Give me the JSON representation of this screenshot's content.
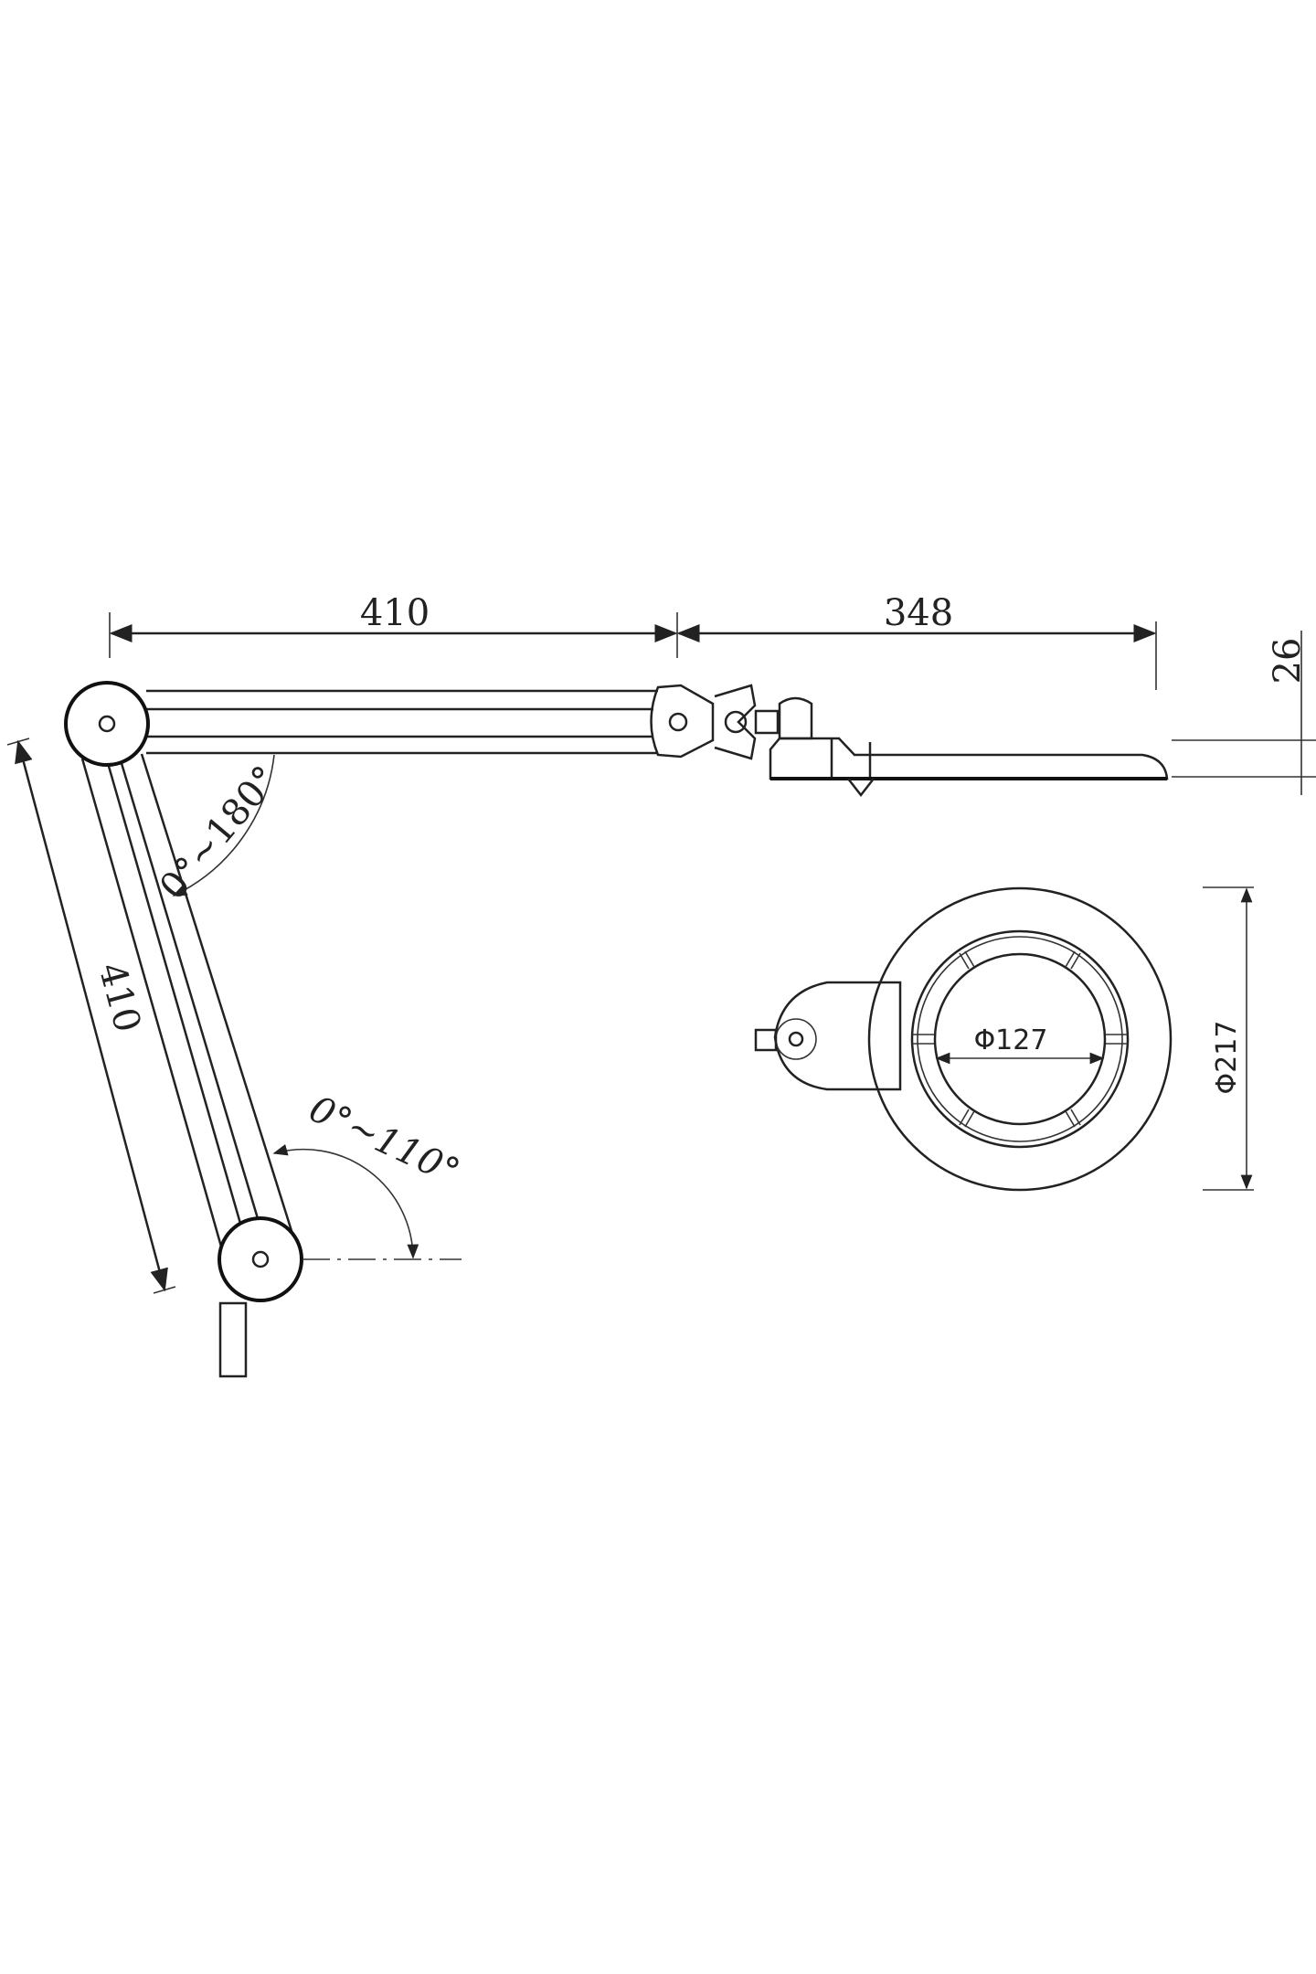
{
  "diagram": {
    "upper_arm_length": "410",
    "head_length": "348",
    "head_thickness": "26",
    "lower_arm_length": "410",
    "upper_joint_angle": "0°~180°",
    "lower_joint_angle": "0°~110°",
    "lens_diameter": "Φ127",
    "head_diameter": "Φ217",
    "line_color": "#222222",
    "background": "#ffffff"
  }
}
